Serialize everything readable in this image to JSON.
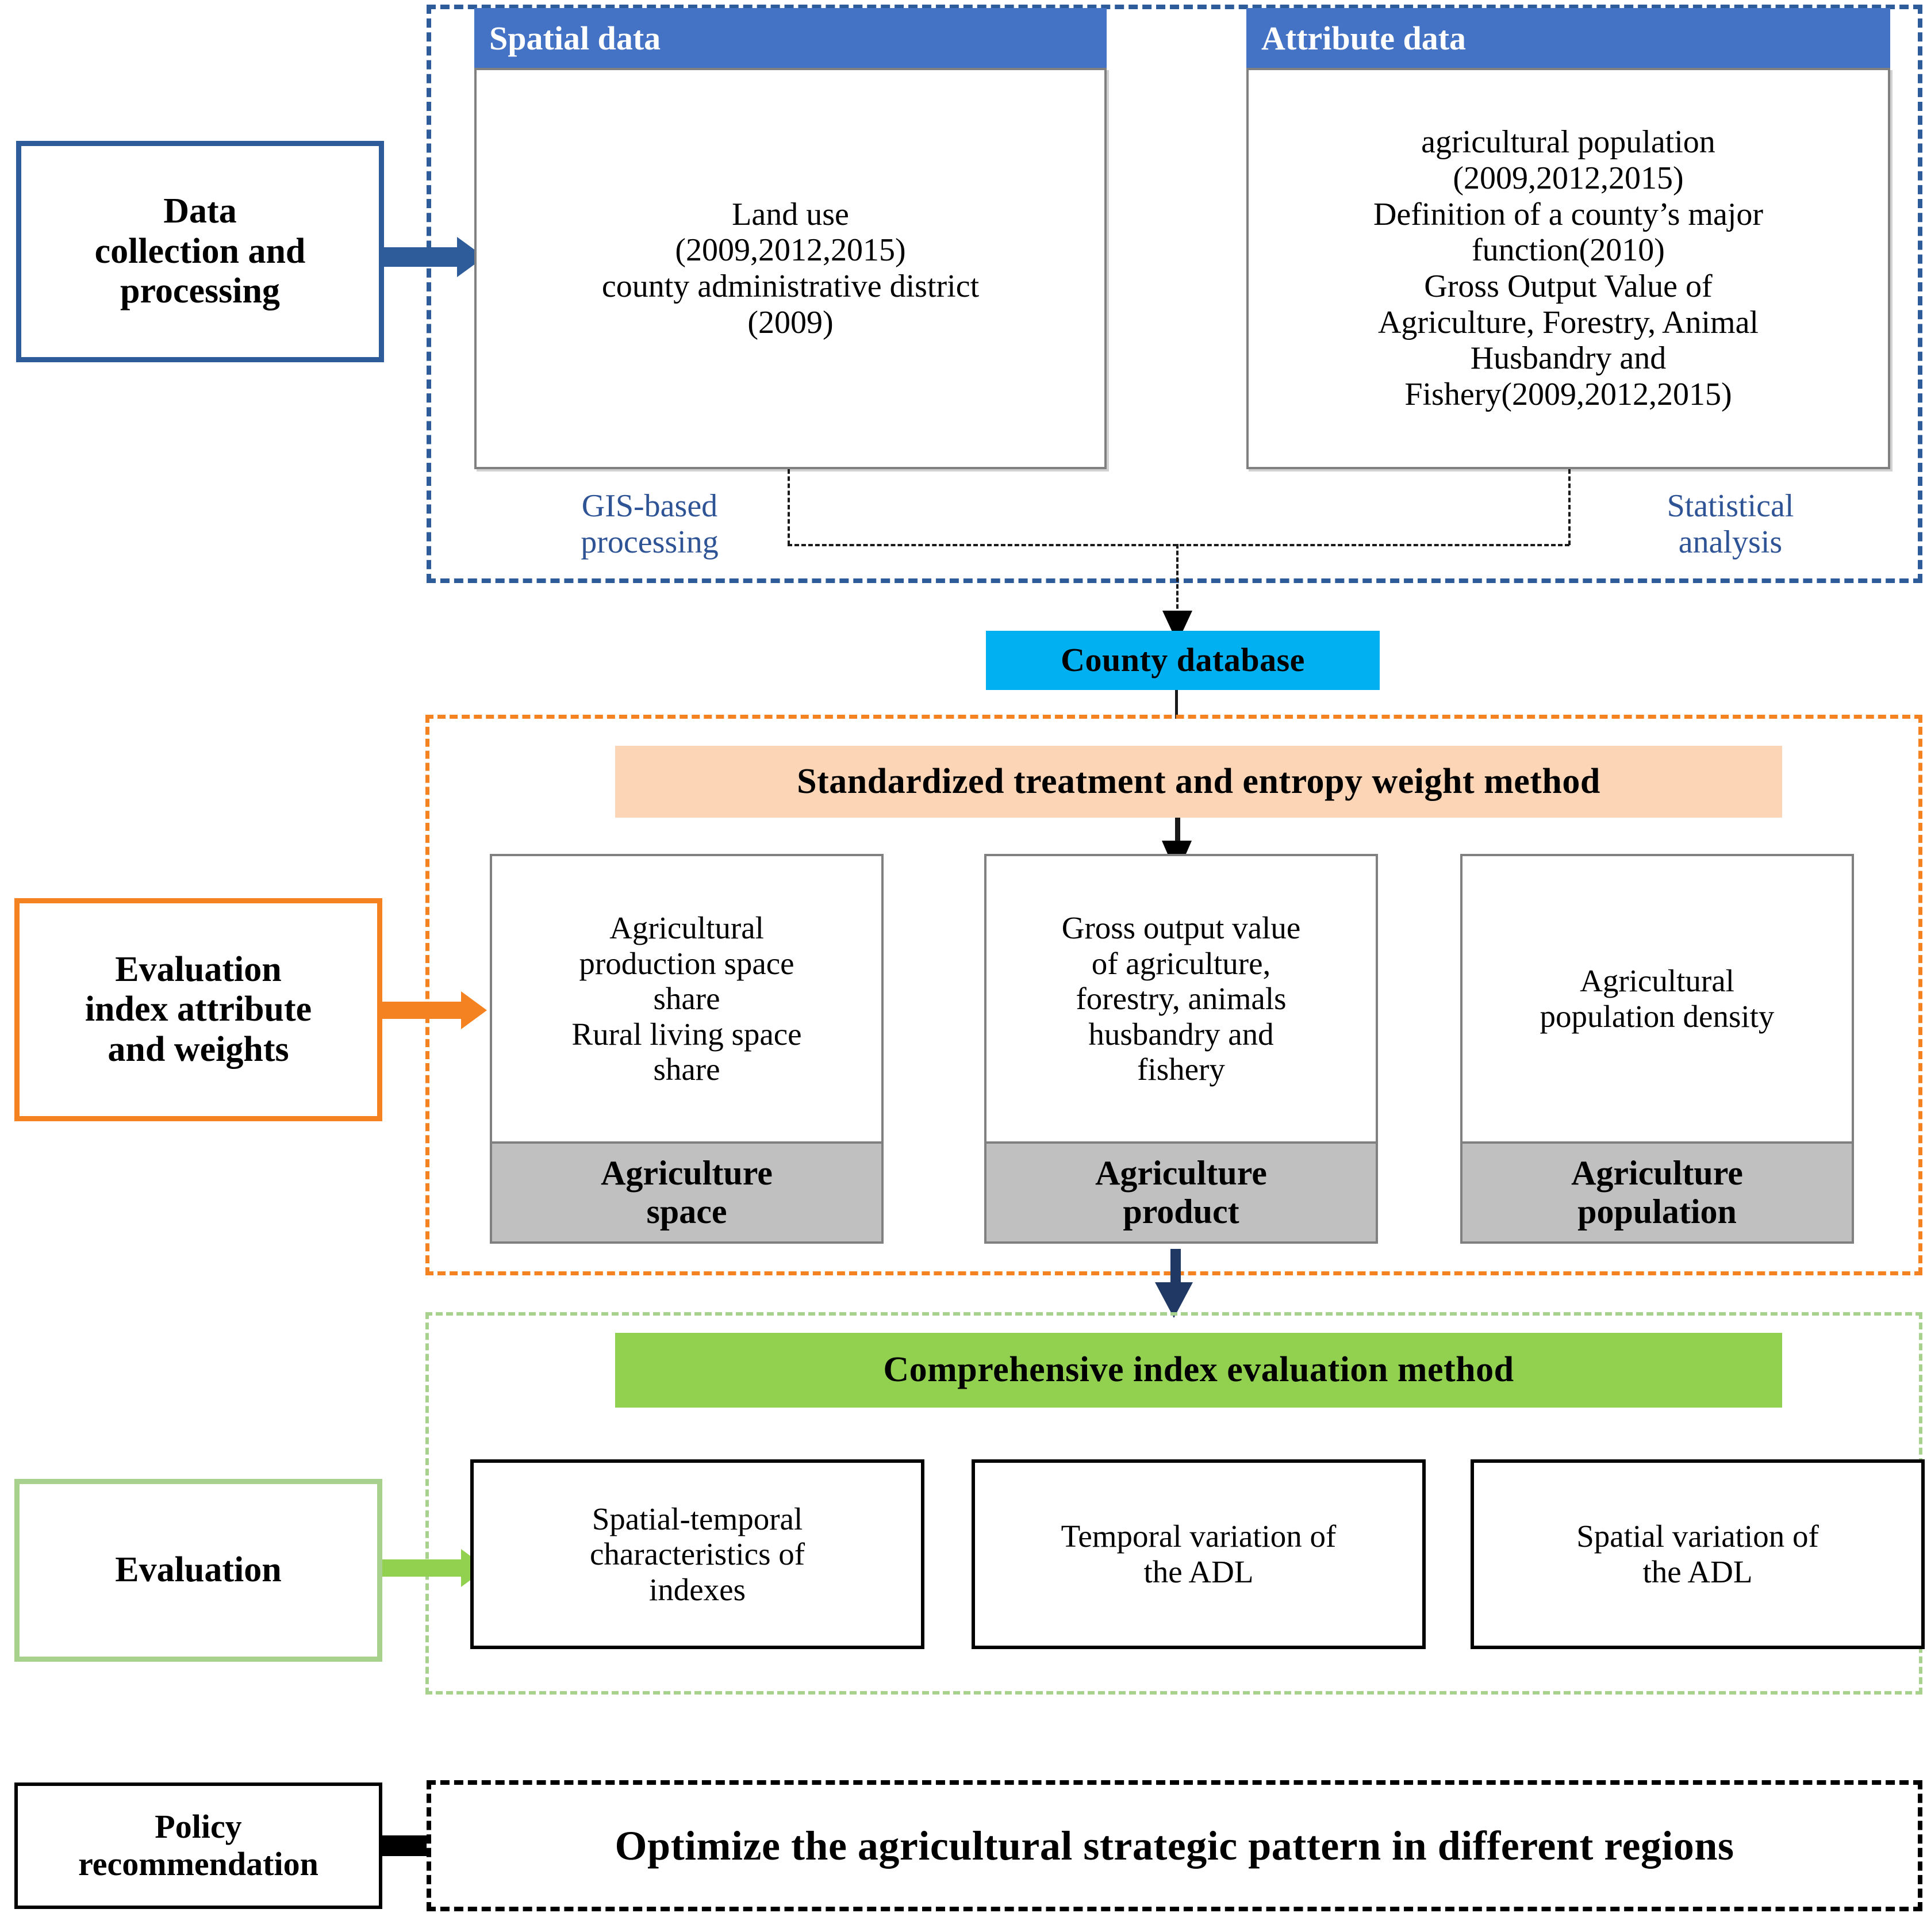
{
  "colors": {
    "blue_accent": "#2e5c9a",
    "card_header_blue": "#4472c4",
    "cyan_banner": "#00b0f0",
    "peach_banner": "#fbd5b5",
    "green_banner": "#92d050",
    "orange_accent": "#f58220",
    "light_green_accent": "#a9d18e",
    "grey_footer": "#c0c0c0",
    "grey_border": "#808080",
    "black": "#000000",
    "link_text_blue": "#2f5496"
  },
  "stages": {
    "data_collection": "Data\ncollection and\nprocessing",
    "evaluation_index": "Evaluation\nindex attribute\nand weights",
    "evaluation": "Evaluation",
    "policy": "Policy\nrecommendation"
  },
  "data_section": {
    "spatial": {
      "header": "Spatial data",
      "body": "Land use\n(2009,2012,2015)\ncounty administrative district\n(2009)"
    },
    "attribute": {
      "header": "Attribute data",
      "body": "agricultural population\n(2009,2012,2015)\nDefinition of a county’s major\nfunction(2010)\nGross Output Value of\nAgriculture, Forestry, Animal\nHusbandry and\nFishery(2009,2012,2015)"
    },
    "process_left": "GIS-based\nprocessing",
    "process_right": "Statistical\nanalysis"
  },
  "database": {
    "label": "County database"
  },
  "index_section": {
    "banner": "Standardized treatment and entropy weight method",
    "cards": [
      {
        "indicators": "Agricultural\nproduction space\nshare\nRural living space\nshare",
        "category": "Agriculture\nspace"
      },
      {
        "indicators": "Gross output value\nof agriculture,\nforestry, animals\nhusbandry and\nfishery",
        "category": "Agriculture\nproduct"
      },
      {
        "indicators": "Agricultural\npopulation density",
        "category": "Agriculture\npopulation"
      }
    ]
  },
  "evaluation_section": {
    "banner": "Comprehensive index evaluation method",
    "boxes": [
      "Spatial-temporal\ncharacteristics of\nindexes",
      "Temporal variation of\nthe ADL",
      "Spatial variation of\nthe ADL"
    ]
  },
  "policy_section": {
    "outcome": "Optimize the agricultural strategic pattern in different regions"
  }
}
